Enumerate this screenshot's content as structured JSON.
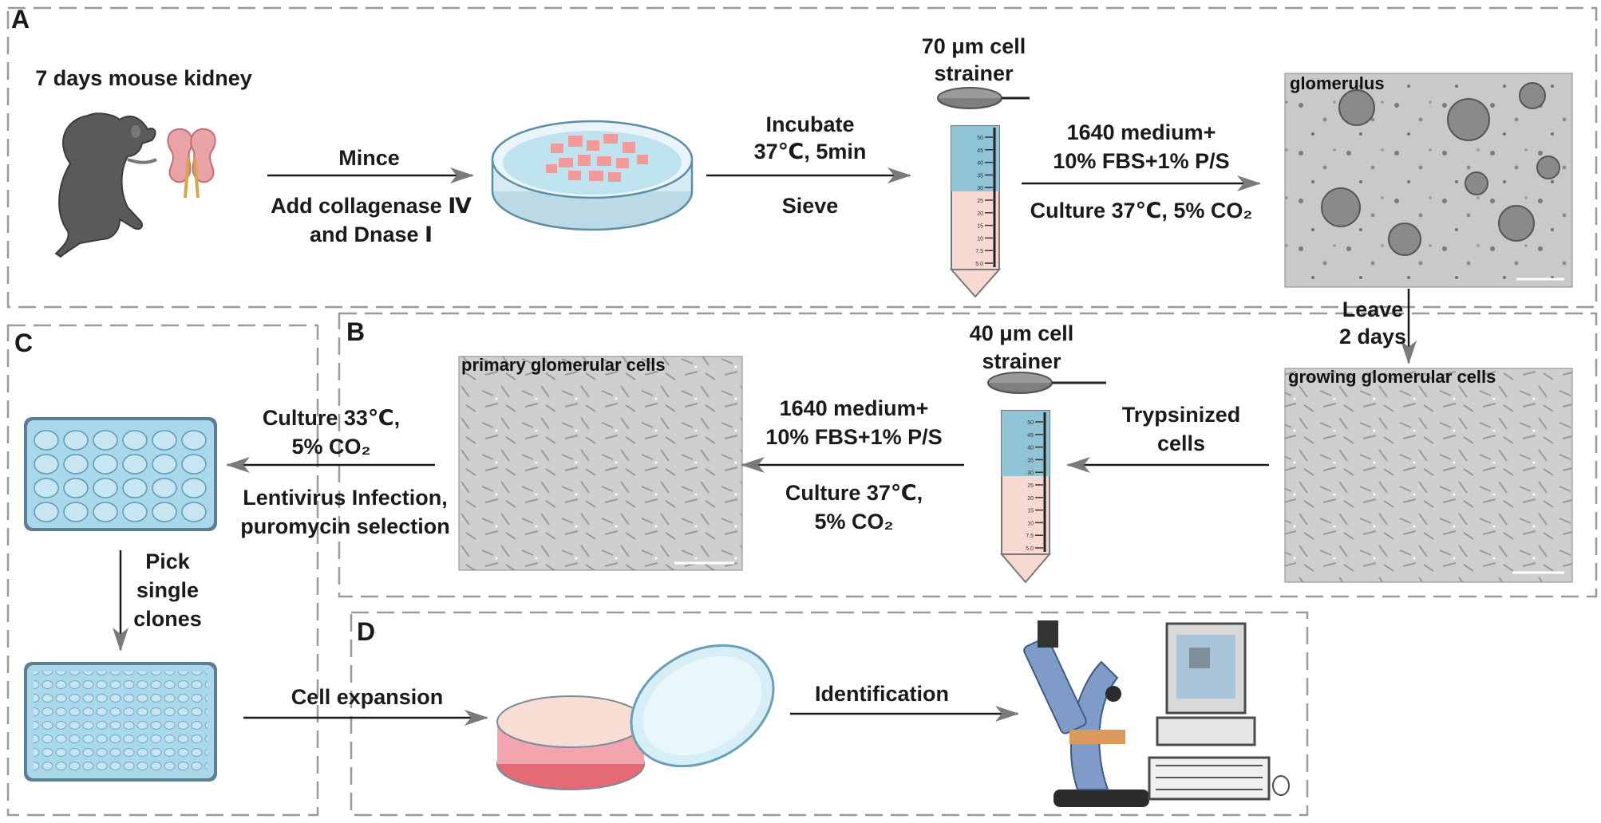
{
  "panels": {
    "a": "A",
    "b": "B",
    "c": "C",
    "d": "D"
  },
  "panel_a": {
    "source": "7 days mouse kidney",
    "step1_top": "Mince",
    "step1_bottom_l1": "Add collagenase Ⅳ",
    "step1_bottom_l2": "and Dnase Ⅰ",
    "step2_top_l1": "Incubate",
    "step2_top_l2": "37℃, 5min",
    "step2_bottom": "Sieve",
    "strainer_l1": "70 μm cell",
    "strainer_l2": "strainer",
    "step3_top_l1": "1640 medium+",
    "step3_top_l2": "10% FBS+1% P/S",
    "step3_bottom": "Culture 37℃, 5% CO₂",
    "photo_label": "glomerulus",
    "leave_l1": "Leave",
    "leave_l2": "2 days"
  },
  "panel_b": {
    "photo_label": "growing glomerular cells",
    "trypsin_l1": "Trypsinized",
    "trypsin_l2": "cells",
    "strainer_l1": "40 μm cell",
    "strainer_l2": "strainer",
    "medium_l1": "1640 medium+",
    "medium_l2": "10% FBS+1% P/S",
    "culture_l1": "Culture 37℃,",
    "culture_l2": "5% CO₂",
    "primary_label": "primary glomerular cells"
  },
  "panel_c": {
    "culture_l1": "Culture 33℃,",
    "culture_l2": "5% CO₂",
    "infect_l1": "Lentivirus Infection,",
    "infect_l2": "puromycin selection",
    "pick_l1": "Pick",
    "pick_l2": "single",
    "pick_l3": "clones"
  },
  "panel_d": {
    "expansion": "Cell expansion",
    "identification": "Identification"
  },
  "tube_ticks": [
    "50",
    "45",
    "40",
    "35",
    "30",
    "25",
    "20",
    "15",
    "10",
    "7.5",
    "5.0"
  ],
  "colors": {
    "dash_border": "#9a9a9a",
    "arrow": "#1a1a1a",
    "petri_liquid": "#bfe3ee",
    "tissue": "#f29a9a",
    "tube_top": "#8ec4d6",
    "tube_bottom": "#f7d9d2",
    "plate": "#a9d8ea",
    "microscope": "#7f9cc8"
  },
  "icons": [
    "mouse-pup-icon",
    "kidney-icon",
    "petri-dish-icon",
    "cell-strainer-icon",
    "centrifuge-tube-icon",
    "24-well-plate-icon",
    "96-well-plate-icon",
    "open-petri-dish-icon",
    "microscope-icon",
    "computer-icon"
  ]
}
